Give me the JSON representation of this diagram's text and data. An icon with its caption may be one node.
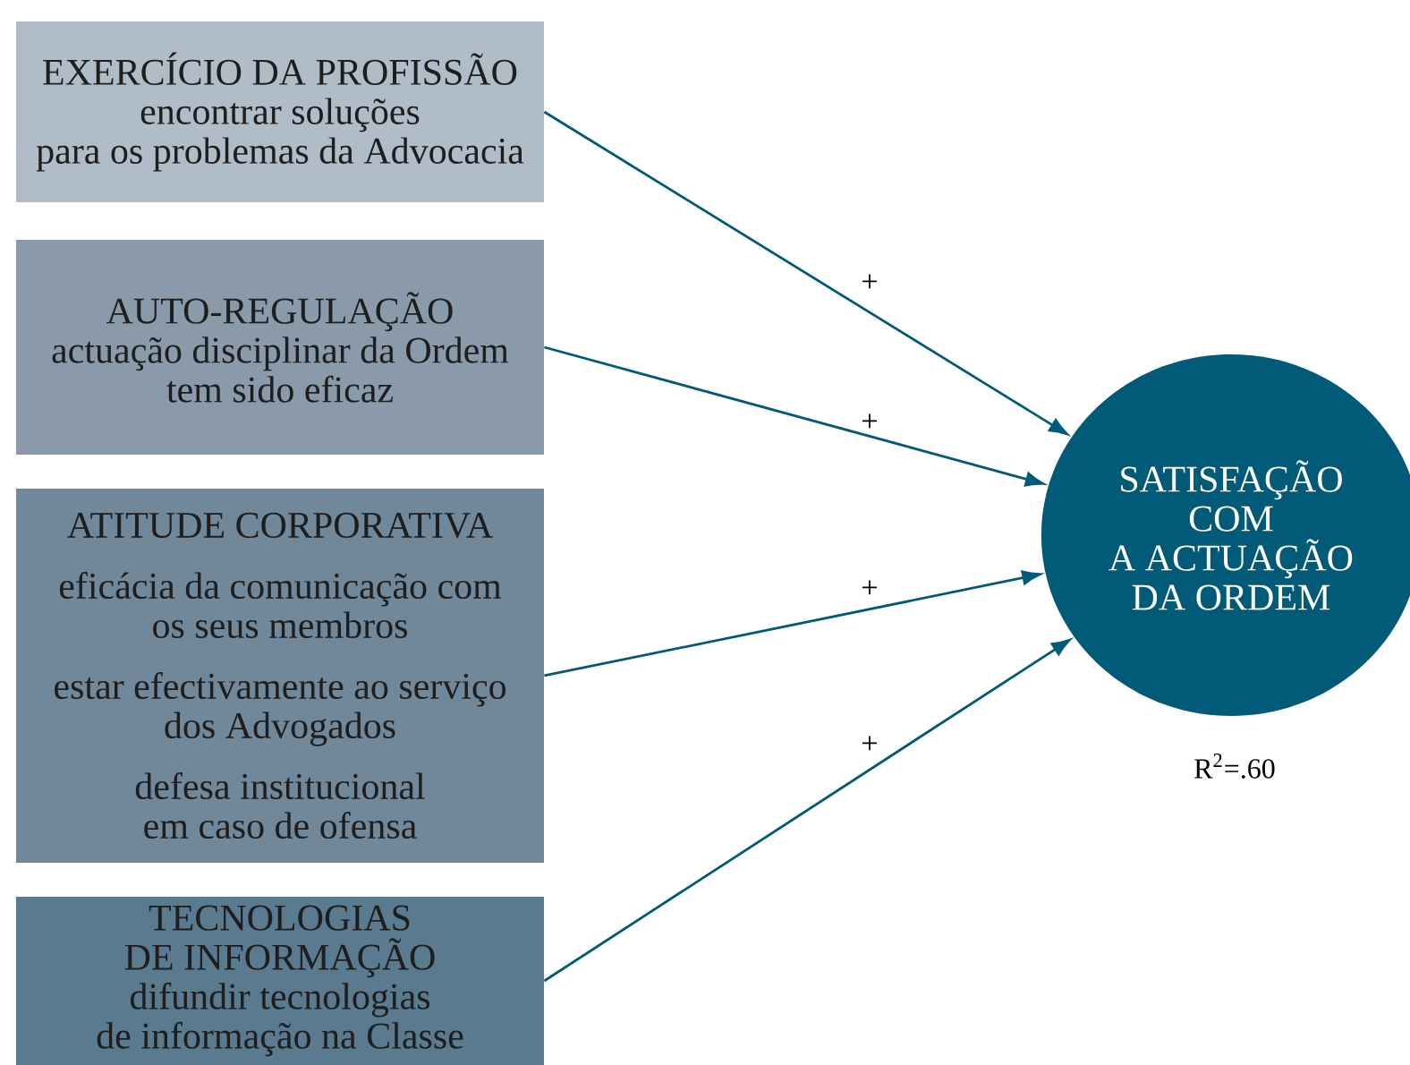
{
  "diagram": {
    "nodes": [
      {
        "text": [
          "EXERCÍCIO DA PROFISSÃO",
          "encontrar soluções para os problemas da Advocacia"
        ]
      },
      {
        "text": [
          "AUTO-REGULAÇÃO",
          "actuação disciplinar da Ordem tem sido eficaz"
        ]
      },
      {
        "text": [
          "ATITUDE CORPORATIVA",
          "eficácia da comunicação com os seus membros",
          "estar efectivamente ao serviço dos Advogados",
          "defesa institucional em caso de ofensa"
        ]
      },
      {
        "text": [
          "TECNOLOGIAS DE INFORMAÇÃO",
          "difundir tecnologias de informação na Classe"
        ]
      },
      {
        "text": [
          "SATISFAÇÃO COM A ACTUAÇÃO DA ORDEM"
        ]
      }
    ],
    "edges": [
      {
        "from": 0,
        "to": 4,
        "arrow": "to",
        "label": "+"
      },
      {
        "from": 1,
        "to": 4,
        "arrow": "to",
        "label": "+"
      },
      {
        "from": 2,
        "to": 4,
        "arrow": "to",
        "label": "+"
      },
      {
        "from": 3,
        "to": 4,
        "arrow": "to",
        "label": "+"
      }
    ],
    "labels": [
      "R$^{2}$=.60"
    ]
  }
}
